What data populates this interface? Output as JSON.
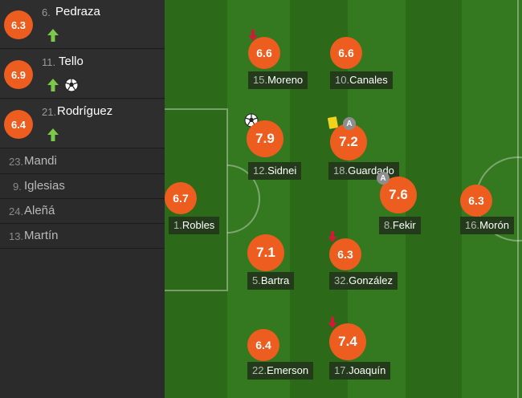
{
  "substitutes": [
    {
      "rating": "6.3",
      "number": "6.",
      "name": "Pedraza",
      "icons": [
        "sub-in-arrow-icon"
      ]
    },
    {
      "rating": "6.9",
      "number": "11.",
      "name": "Tello",
      "icons": [
        "sub-in-arrow-icon",
        "goal-ball-icon"
      ]
    },
    {
      "rating": "6.4",
      "number": "21.",
      "name": "Rodríguez",
      "icons": [
        "sub-in-arrow-icon"
      ]
    }
  ],
  "bench": [
    {
      "number": "23.",
      "name": "Mandi"
    },
    {
      "number": "9.",
      "name": "Iglesias"
    },
    {
      "number": "24.",
      "name": "Aleñá"
    },
    {
      "number": "13.",
      "name": "Martín"
    }
  ],
  "players": {
    "moreno": {
      "rating": "6.6",
      "number": "15.",
      "name": "Moreno",
      "icon": "sub-out-arrow-icon"
    },
    "canales": {
      "rating": "6.6",
      "number": "10.",
      "name": "Canales"
    },
    "sidnei": {
      "rating": "7.9",
      "number": "12.",
      "name": "Sidnei",
      "icon": "goal-ball-icon"
    },
    "guardado": {
      "rating": "7.2",
      "number": "18.",
      "name": "Guardado",
      "icons": [
        "yellow-card-icon",
        "assist-icon"
      ]
    },
    "robles": {
      "rating": "6.7",
      "number": "1.",
      "name": "Robles"
    },
    "fekir": {
      "rating": "7.6",
      "number": "8.",
      "name": "Fekir",
      "icon": "assist-icon"
    },
    "moron": {
      "rating": "6.3",
      "number": "16.",
      "name": "Morón"
    },
    "bartra": {
      "rating": "7.1",
      "number": "5.",
      "name": "Bartra"
    },
    "gonzalez": {
      "rating": "6.3",
      "number": "32.",
      "name": "González",
      "icon": "sub-out-arrow-icon"
    },
    "emerson": {
      "rating": "6.4",
      "number": "22.",
      "name": "Emerson"
    },
    "joaquin": {
      "rating": "7.4",
      "number": "17.",
      "name": "Joaquín",
      "icon": "sub-out-arrow-icon"
    }
  },
  "colors": {
    "rating_bg": "#ec5d1f",
    "pitch_light": "#34781f",
    "pitch_dark": "#2d6a1b",
    "sidebar_bg": "#2b2b2b",
    "sub_in": "#7cc94a",
    "sub_out": "#d21a35",
    "yellow_card": "#f3d21c"
  },
  "assist_letter": "A"
}
